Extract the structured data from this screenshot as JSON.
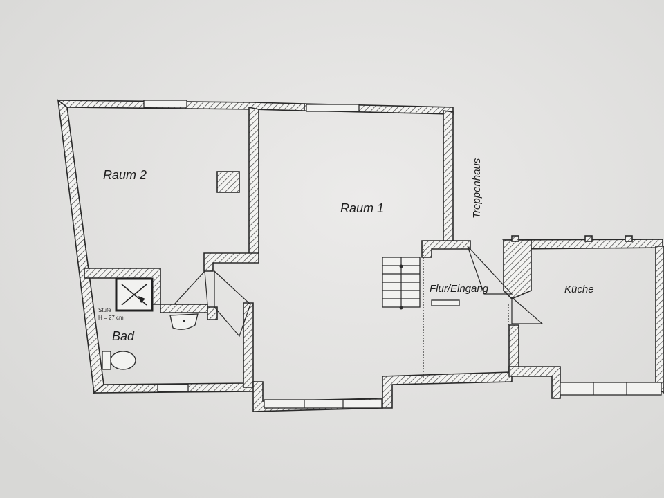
{
  "rooms": {
    "raum1": "Raum 1",
    "raum2": "Raum 2",
    "bad": "Bad",
    "kueche": "Küche",
    "flur": "Flur/Eingang",
    "treppenhaus": "Treppenhaus"
  },
  "annotations": {
    "stufe": "Stufe",
    "stufe_height": "H = 27 cm"
  },
  "colors": {
    "paper": "#e4e4e2",
    "paper_light": "#ecebea",
    "wall_line": "#2a2a2a"
  }
}
